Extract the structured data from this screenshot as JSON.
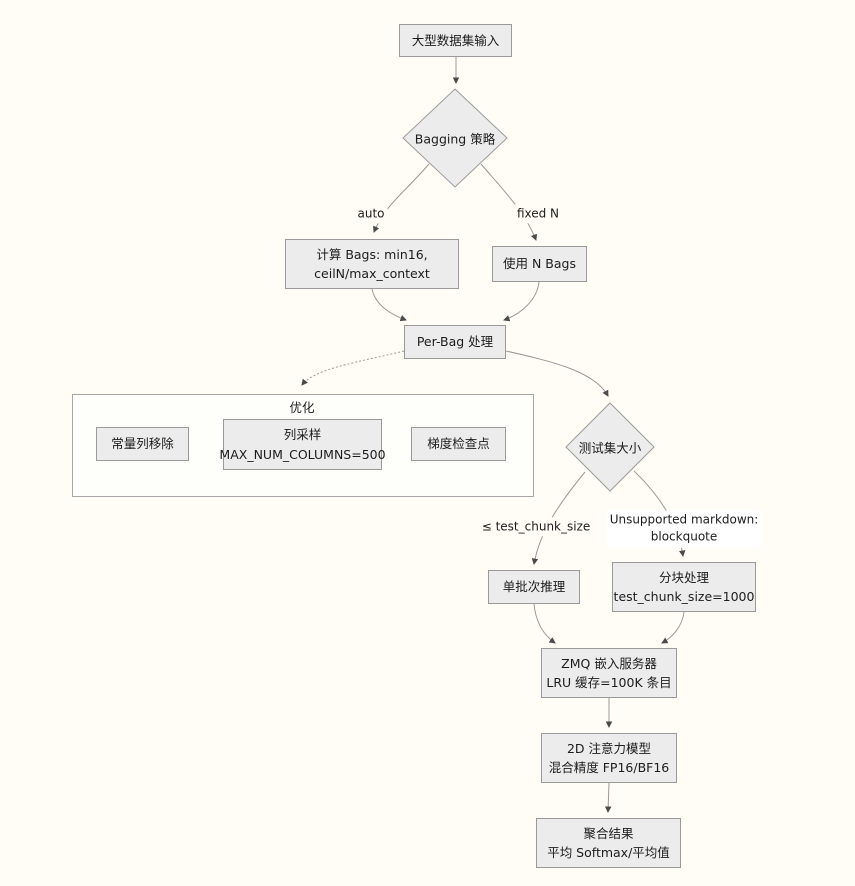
{
  "diagram": {
    "type": "flowchart",
    "colors": {
      "background": "#fffdf6",
      "node_fill": "#ececec",
      "node_border": "#9a9a9a",
      "subgraph_fill": "#fefefb",
      "subgraph_border": "#a8a8a8",
      "edge_line": "#999999",
      "arrowhead": "#4a4a4a",
      "text": "#1c1c1c",
      "edge_label_bg": "#ffffff"
    }
  },
  "nodes": {
    "input": {
      "label": "大型数据集输入"
    },
    "bagging_strategy": {
      "label": "Bagging 策略"
    },
    "calc_bags": {
      "line1": "计算 Bags: min16,",
      "line2": "ceilN/max_context"
    },
    "use_n_bags": {
      "label": "使用 N Bags"
    },
    "per_bag": {
      "label": "Per-Bag 处理"
    },
    "optimization_subgraph": {
      "label": "优化"
    },
    "constant_column_removal": {
      "label": "常量列移除"
    },
    "column_sampling": {
      "line1": "列采样",
      "line2": "MAX_NUM_COLUMNS=500"
    },
    "gradient_checkpoint": {
      "label": "梯度检查点"
    },
    "test_set_size": {
      "label": "测试集大小"
    },
    "single_batch_inference": {
      "label": "单批次推理"
    },
    "chunked_processing": {
      "line1": "分块处理",
      "line2": "test_chunk_size=1000"
    },
    "zmq_embedding_server": {
      "line1": "ZMQ 嵌入服务器",
      "line2": "LRU 缓存=100K 条目"
    },
    "attention_model": {
      "line1": "2D 注意力模型",
      "line2": "混合精度 FP16/BF16"
    },
    "aggregate_results": {
      "line1": "聚合结果",
      "line2": "平均 Softmax/平均值"
    }
  },
  "edge_labels": {
    "auto": "auto",
    "fixed_n": "fixed N",
    "le_test_chunk_size": "≤ test_chunk_size",
    "blockquote_line1": "Unsupported markdown:",
    "blockquote_line2": "blockquote"
  }
}
